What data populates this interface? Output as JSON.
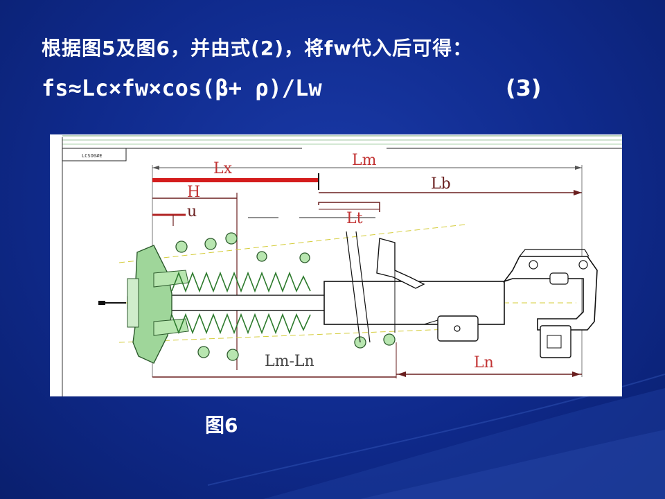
{
  "slide": {
    "heading": "根据图5及图6，并由式(2)，将fw代入后可得：",
    "formula": "fs≈Lc×fw×cos(β+ ρ)/Lw",
    "equation_number": "(3)",
    "caption": "图6"
  },
  "figure": {
    "title_block_text": "LCSO0#E",
    "labels": {
      "lm": "Lm",
      "lx": "Lx",
      "lb": "Lb",
      "h": "H",
      "u": "u",
      "lt": "Lt",
      "lm_ln": "Lm-Ln",
      "ln": "Ln"
    }
  },
  "colors": {
    "background": "#0f2a8c",
    "text": "#ffffff",
    "dim_red": "#cc2222",
    "dim_dark": "#5a1a1a",
    "housing_green": "#9fd69a",
    "spring_green": "#b8e6b0"
  }
}
